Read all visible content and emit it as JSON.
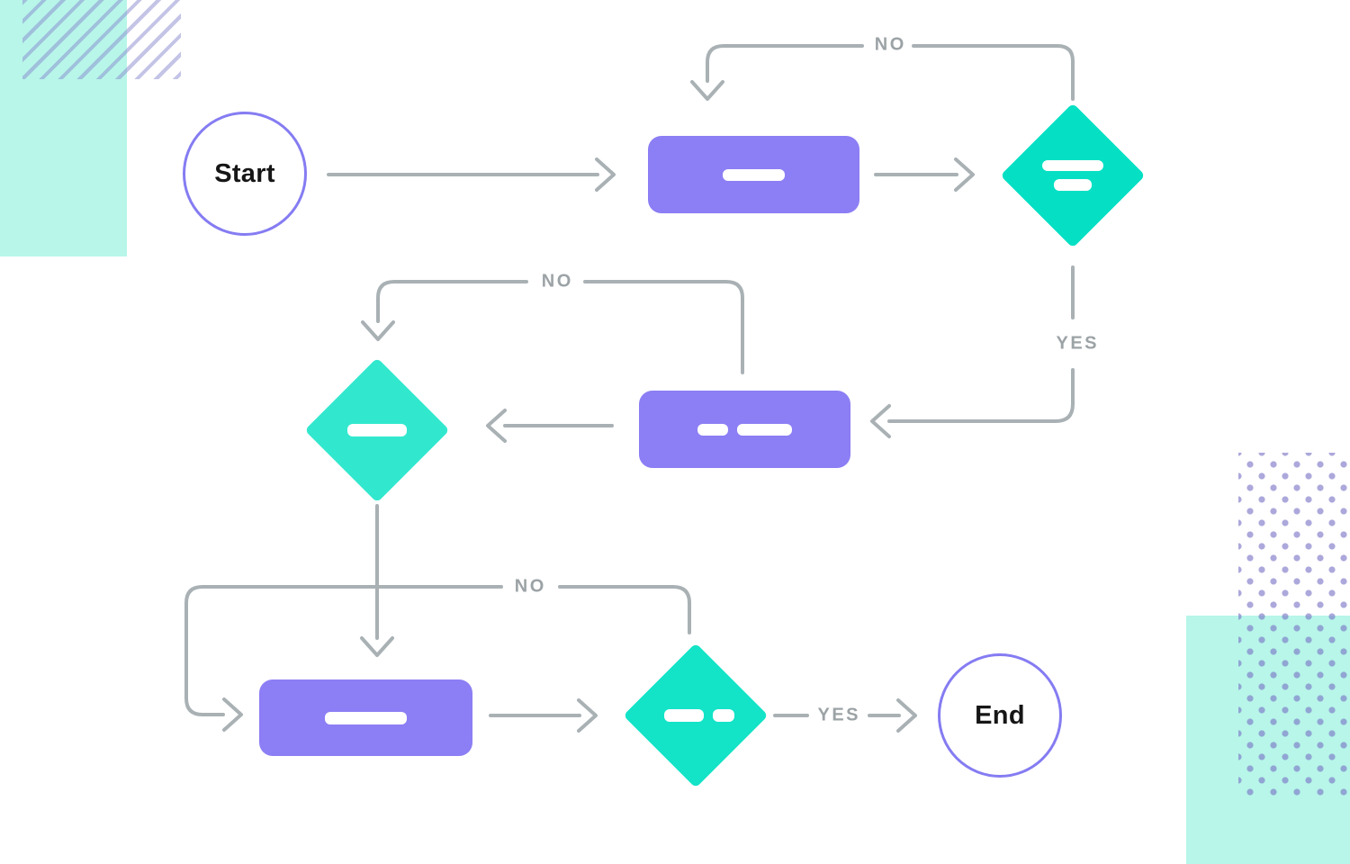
{
  "diagram": {
    "type": "flowchart",
    "nodes": {
      "start": {
        "type": "terminator",
        "label": "Start"
      },
      "process_1": {
        "type": "process",
        "text_placeholder_bars": 1
      },
      "decision_1": {
        "type": "decision",
        "text_placeholder_bars": 2
      },
      "process_2": {
        "type": "process",
        "text_placeholder_bars": 2
      },
      "decision_2": {
        "type": "decision",
        "text_placeholder_bars": 1
      },
      "process_3": {
        "type": "process",
        "text_placeholder_bars": 1
      },
      "decision_3": {
        "type": "decision",
        "text_placeholder_bars": 2
      },
      "end": {
        "type": "terminator",
        "label": "End"
      }
    },
    "edges": [
      {
        "from": "start",
        "to": "process_1",
        "label": ""
      },
      {
        "from": "process_1",
        "to": "decision_1",
        "label": ""
      },
      {
        "from": "decision_1",
        "to": "process_1",
        "label": "NO"
      },
      {
        "from": "decision_1",
        "to": "process_2",
        "label": "YES"
      },
      {
        "from": "process_2",
        "to": "decision_2",
        "label": ""
      },
      {
        "from": "process_2",
        "to": "decision_2",
        "label": "NO"
      },
      {
        "from": "decision_2",
        "to": "process_3",
        "label": ""
      },
      {
        "from": "decision_3",
        "to": "process_3",
        "label": "NO"
      },
      {
        "from": "process_3",
        "to": "decision_3",
        "label": ""
      },
      {
        "from": "decision_3",
        "to": "end",
        "label": "YES"
      }
    ],
    "colors": {
      "process_fill": "#8C7EF4",
      "decision_fill_1": "#05E0C4",
      "decision_fill_2": "#31E8CE",
      "decision_fill_3": "#13E3C7",
      "terminator_border": "#857CF2",
      "terminator_text": "#161616",
      "connector": "#A9B1B4",
      "edge_label_text": "#9CA3A6",
      "deco_mint": "#B7F6E9",
      "deco_lavender": "#888ACE",
      "background": "#FFFFFF"
    }
  }
}
